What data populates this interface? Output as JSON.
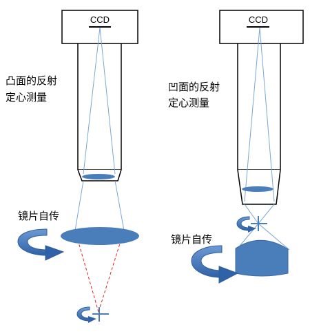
{
  "left_panel": {
    "ccd_label": "CCD",
    "caption_line1": "凸面的反射",
    "caption_line2": "定心测量",
    "rotation_label": "镜片自传"
  },
  "right_panel": {
    "ccd_label": "CCD",
    "caption_line1": "凹面的反射",
    "caption_line2": "定心测量",
    "rotation_label": "镜片自传"
  },
  "colors": {
    "lens_fill": "#4a7ebb",
    "arrow_fill": "#3f73b6",
    "ray_blue": "#7aa6d6",
    "ray_red": "#e02020",
    "outline": "#000000"
  }
}
